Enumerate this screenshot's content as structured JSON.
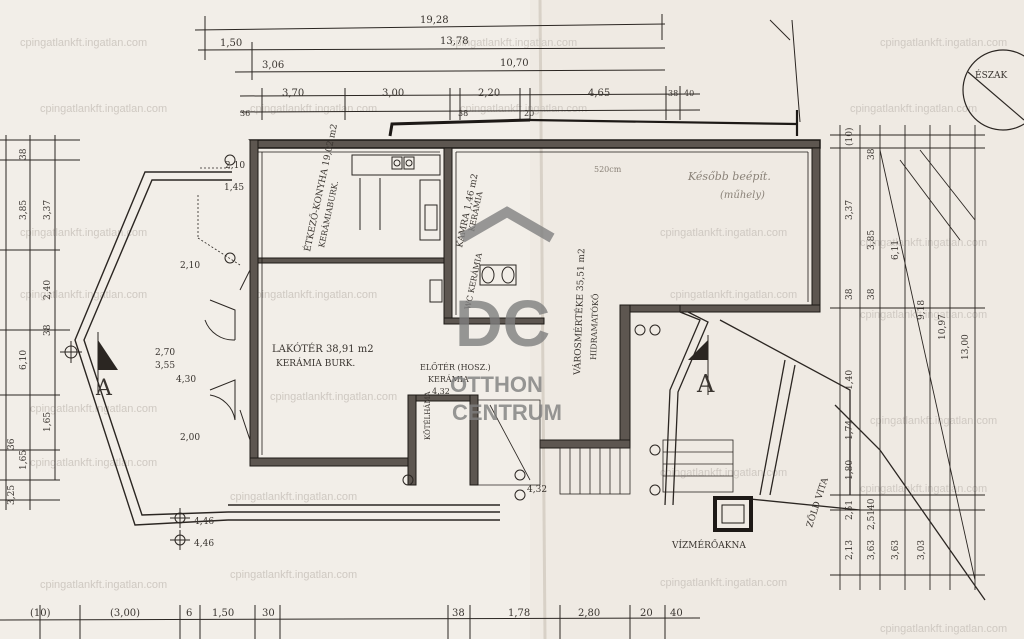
{
  "watermark": "cpingatlankft.ingatlan.com",
  "logo": {
    "mark": "DC",
    "line1": "OTTHON",
    "line2": "CENTRUM",
    "color": "#7f7f7f"
  },
  "rooms": {
    "living_label": "LAKÓTÉR 38,91 m2",
    "living_floor": "KERÁMIA BURK.",
    "kitchen_label": "ÉTKEZŐ-KONYHA 19,02 m2",
    "kitchen_floor": "KERÁMIABURK.",
    "pantry_label": "KAMRA 1,46 m2",
    "pantry_floor": "KERÁMIA",
    "wc_label": "WC KERÁMIA",
    "garage_label": "VÁROSMÉRTÉKE 35,51 m2",
    "garage_floor": "HIDRAMATÓKŐ",
    "hall_label": "ELŐTÉR (HOSZ.)",
    "hall_floor": "KERÁMIA",
    "hall_area": "4,32",
    "closet_label": "KÖTÉLHÁMA",
    "shaft_label": "VÍZMÉRŐAKNA",
    "grass_label": "ZÖLD VITA"
  },
  "section_marks": [
    "A",
    "A"
  ],
  "north_label": "ÉSZAK",
  "annotations": {
    "note1": "Később beépít.",
    "note2": "(műhely)",
    "note3": "520cm"
  },
  "dims_top": {
    "total": "19,28",
    "row2": "1,50",
    "row2b": "13,78",
    "row3": "3,06",
    "row3b": "10,70",
    "row4": [
      "36",
      "3,70",
      "3,00",
      "38",
      "2,20",
      "4,65",
      "38",
      "40"
    ],
    "row4b": "20"
  },
  "dims_left": [
    "38",
    "3,85",
    "3,37",
    "2,40",
    "6,10",
    "38",
    "1,65",
    "1,65",
    "36",
    "3,25"
  ],
  "dims_right": [
    "(10)",
    "3,37",
    "3,85",
    "6,11",
    "9,18",
    "10,97",
    "13,00",
    "3,63",
    "3,63",
    "3,03",
    "2,13",
    "2,51",
    "2,51",
    "1,40",
    "1,74",
    "1,80",
    "38",
    "38",
    "38",
    "40"
  ],
  "dims_bottom": [
    "(10)",
    "(3,00)",
    "6",
    "1,50",
    "30",
    "38",
    "1,78",
    "2,80",
    "20",
    "40"
  ],
  "dims_inner": [
    "4,46",
    "4,46",
    "4,32",
    "2,70",
    "2,10",
    "2,00",
    "3,55",
    "4,30",
    "2,10",
    "1,45"
  ]
}
